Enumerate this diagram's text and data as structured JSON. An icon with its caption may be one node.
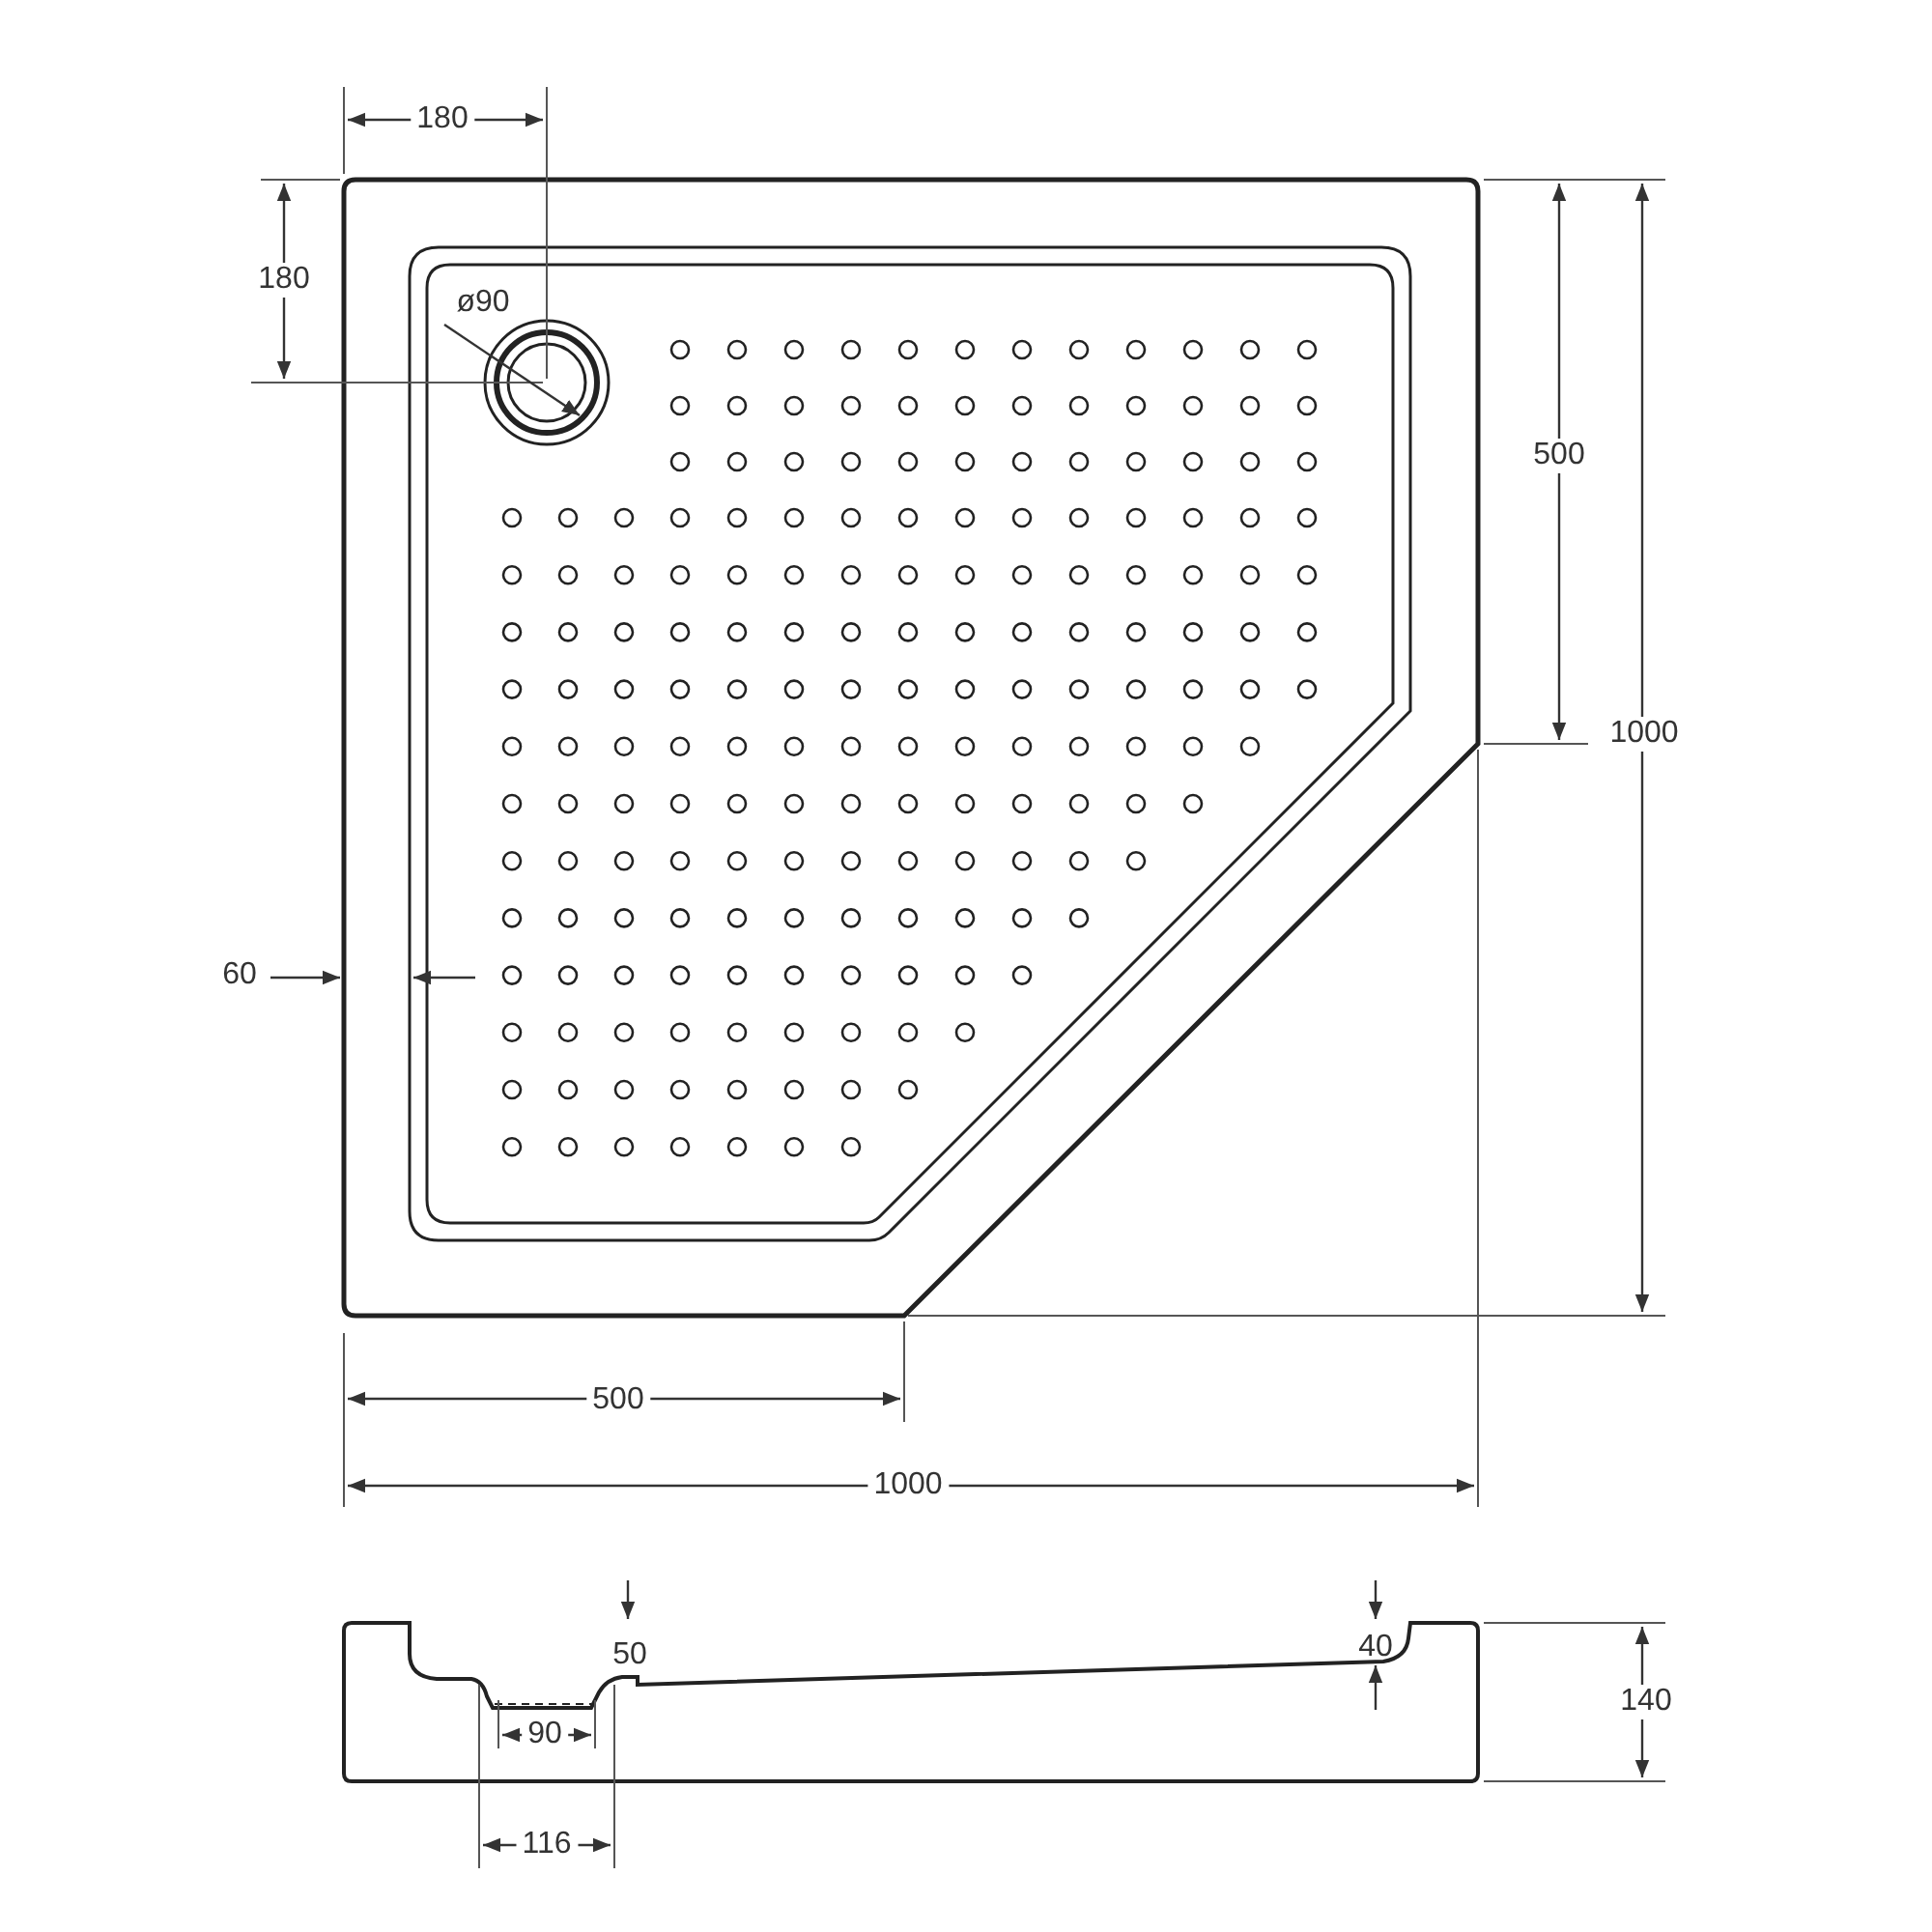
{
  "diagram": {
    "labels": [
      "180",
      "180",
      "ø90",
      "500",
      "1000",
      "60",
      "500",
      "1000",
      "50",
      "40",
      "140",
      "90",
      "116"
    ]
  }
}
